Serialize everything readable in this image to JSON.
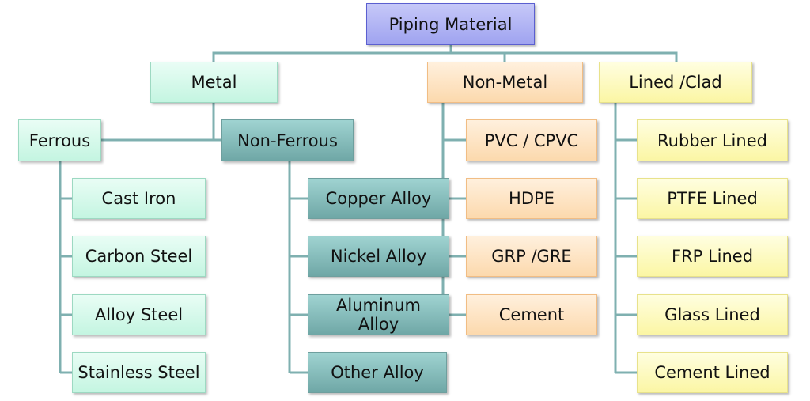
{
  "title": "Piping Material",
  "categories": {
    "metal": {
      "label": "Metal",
      "ferrous": {
        "label": "Ferrous",
        "items": [
          "Cast Iron",
          "Carbon Steel",
          "Alloy Steel",
          "Stainless Steel"
        ]
      },
      "non_ferrous": {
        "label": "Non-Ferrous",
        "items": [
          "Copper Alloy",
          "Nickel Alloy",
          "Aluminum Alloy",
          "Other Alloy"
        ]
      }
    },
    "non_metal": {
      "label": "Non-Metal",
      "items": [
        "PVC / CPVC",
        "HDPE",
        "GRP /GRE",
        "Cement"
      ]
    },
    "lined": {
      "label": "Lined /Clad",
      "items": [
        "Rubber Lined",
        "PTFE Lined",
        "FRP Lined",
        "Glass Lined",
        "Cement Lined"
      ]
    }
  },
  "colors": {
    "connector": "#7fb0b0",
    "root": "#a9adf2",
    "metal": "#d4f8ea",
    "non_ferrous": "#82b9b8",
    "non_metal": "#fde2c0",
    "lined": "#fcf8b8"
  }
}
